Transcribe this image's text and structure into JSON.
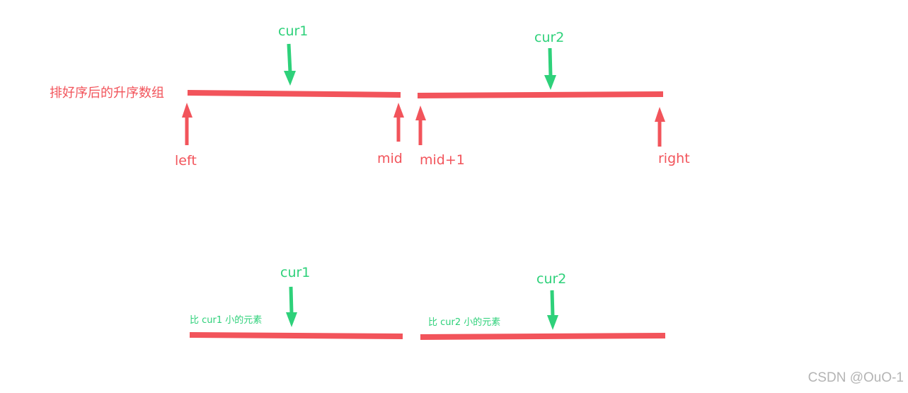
{
  "colors": {
    "red": "#f2545b",
    "green": "#2ed17a",
    "watermark": "#b4b4b4"
  },
  "top": {
    "title": "排好序后的升序数组",
    "cur1": "cur1",
    "cur2": "cur2",
    "left": "left",
    "mid": "mid",
    "mid_plus_1": "mid+1",
    "right": "right"
  },
  "bottom": {
    "cur1": "cur1",
    "cur2": "cur2",
    "note1": "比 cur1 小的元素",
    "note2": "比 cur2 小的元素"
  },
  "watermark": "CSDN @OuO-1"
}
